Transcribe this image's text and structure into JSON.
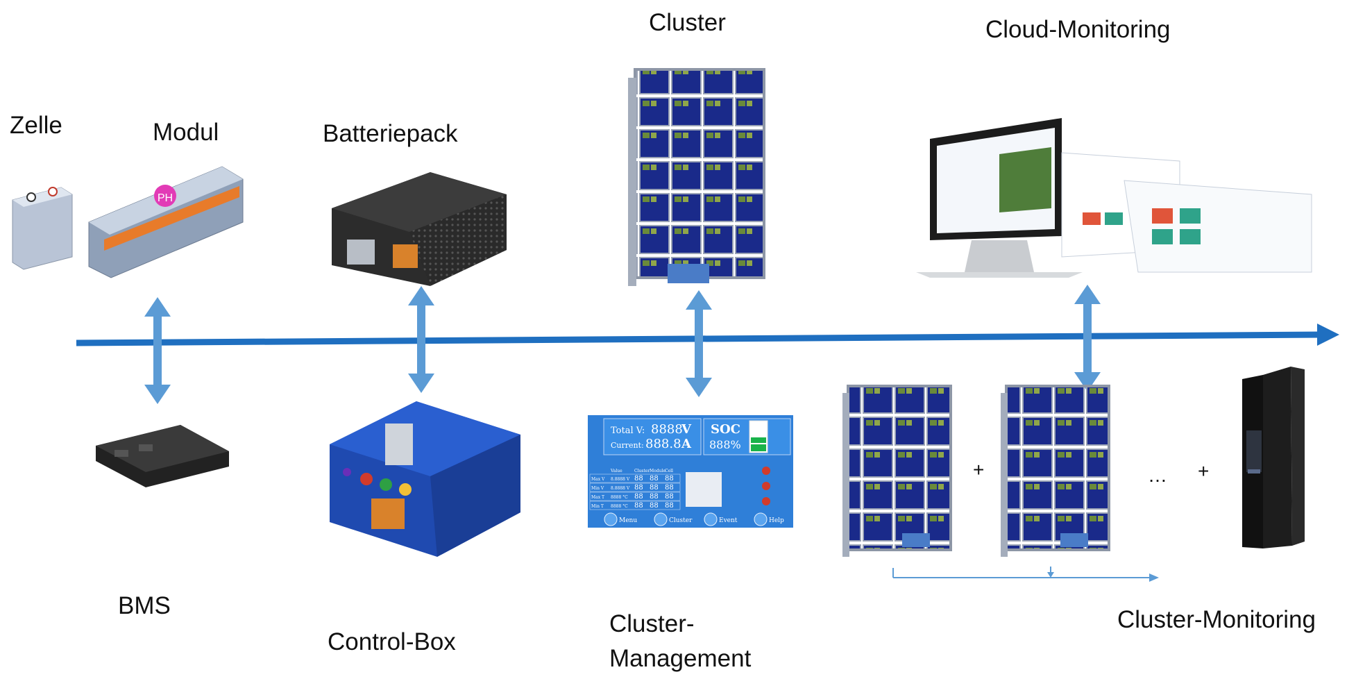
{
  "labels": {
    "zelle": "Zelle",
    "modul": "Modul",
    "batteriepack": "Batteriepack",
    "cluster": "Cluster",
    "cloud_monitoring": "Cloud-Monitoring",
    "bms": "BMS",
    "control_box": "Control-Box",
    "cluster_management_1": "Cluster-",
    "cluster_management_2": "Management",
    "cluster_monitoring": "Cluster-Monitoring"
  },
  "module_badge": "PH",
  "hmi": {
    "total_v_label": "Total V:",
    "total_v_value": "8888",
    "total_v_unit": "V",
    "current_label": "Current:",
    "current_value": "888.8",
    "current_unit": "A",
    "soc_label": "SOC",
    "soc_value": "888%",
    "table_headers": [
      "",
      "Value",
      "Cluster",
      "Module",
      "Cell"
    ],
    "table_rows": [
      [
        "Max V",
        "8.8888 V",
        "88",
        "88",
        "88"
      ],
      [
        "Min V",
        "8.8888 V",
        "88",
        "88",
        "88"
      ],
      [
        "Max T",
        "8888 °C",
        "88",
        "88",
        "88"
      ],
      [
        "Min T",
        "8888 °C",
        "88",
        "88",
        "88"
      ]
    ],
    "buttons": [
      "Menu",
      "Cluster",
      "Event",
      "Help"
    ]
  },
  "plus_sign": "+",
  "ellipsis": "…",
  "colors": {
    "flow_arrow": "#1f6fc0",
    "link_arrow": "#5b9bd5",
    "hmi_bg": "#2f7fd8",
    "rack_blue": "#1a2a8a"
  }
}
